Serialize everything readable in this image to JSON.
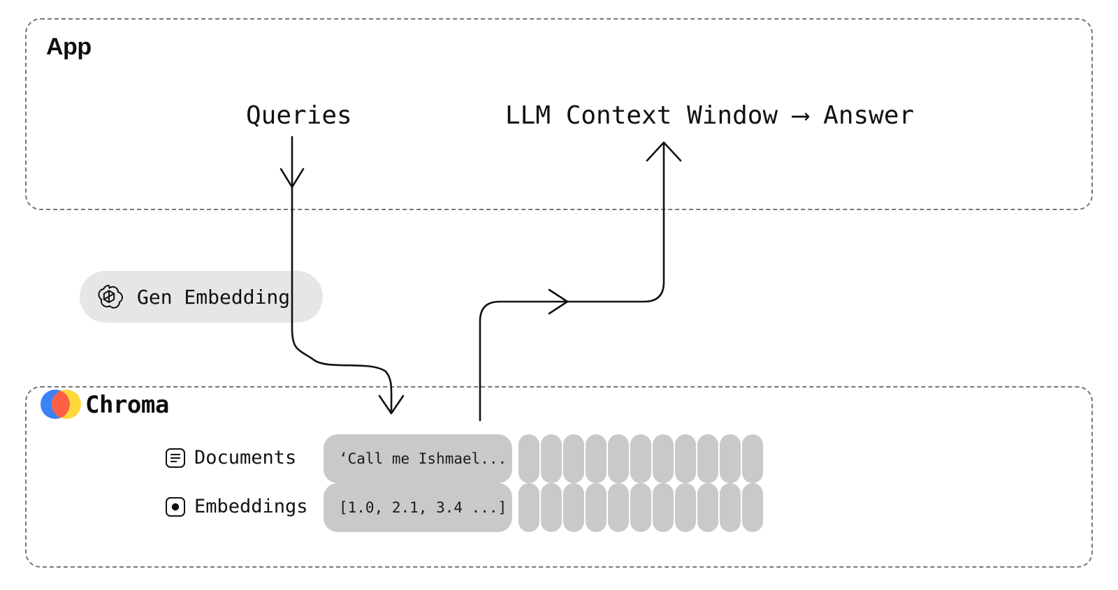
{
  "app": {
    "title": "App",
    "queries_label": "Queries",
    "llm_label": "LLM Context Window ⟶  Answer"
  },
  "embedding": {
    "pill_label": "Gen Embedding",
    "icon": "openai-logo-icon"
  },
  "chroma": {
    "title": "Chroma",
    "logo": "chroma-logo-icon",
    "rows": [
      {
        "icon": "document-lines-icon",
        "label": "Documents",
        "value": "‘Call me Ishmael..."
      },
      {
        "icon": "dot-box-icon",
        "label": "Embeddings",
        "value": "[1.0, 2.1, 3.4 ...]"
      }
    ],
    "bar_columns": 11
  },
  "colors": {
    "dashed_border": "#777777",
    "pill_gray": "#c9c9c9",
    "embedding_pill_gray": "#e6e6e6",
    "text": "#111111",
    "chroma_blue": "#3b82f6",
    "chroma_yellow": "#ffd93b",
    "chroma_orange": "#ff5f45",
    "arrow": "#111111"
  },
  "arrows": [
    {
      "name": "queries-to-chroma",
      "from": "Queries",
      "to": "Chroma documents"
    },
    {
      "name": "chroma-to-llm",
      "from": "Chroma",
      "to": "LLM Context Window"
    },
    {
      "name": "llm-to-answer",
      "from": "LLM Context Window",
      "to": "Answer"
    }
  ]
}
